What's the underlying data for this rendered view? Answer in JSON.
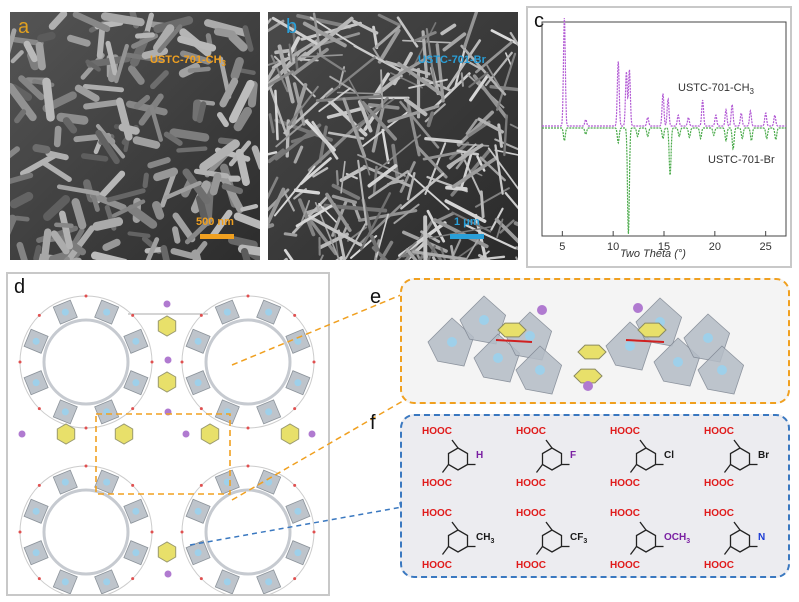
{
  "panels": {
    "a": {
      "letter": "a",
      "material": "USTC-701-CH",
      "material_sub": "3",
      "scale": "500 nm"
    },
    "b": {
      "letter": "b",
      "material": "USTC-701-Br",
      "scale": "1 μm"
    },
    "c": {
      "letter": "c"
    },
    "d": {
      "letter": "d"
    },
    "e": {
      "letter": "e"
    },
    "f": {
      "letter": "f"
    }
  },
  "chart_data": {
    "type": "line",
    "xlabel": "Two Theta (°)",
    "xlim": [
      3,
      27
    ],
    "xticks": [
      5,
      10,
      15,
      20,
      25
    ],
    "series": [
      {
        "name": "USTC-701-CH3",
        "name_main": "USTC-701-CH",
        "name_sub": "3",
        "color": "#b25ad4",
        "baseline": 0.5,
        "direction": 1,
        "peaks": [
          [
            5.2,
            1.0
          ],
          [
            7.3,
            0.06
          ],
          [
            10.5,
            0.6
          ],
          [
            11.3,
            0.5
          ],
          [
            11.6,
            0.52
          ],
          [
            13.4,
            0.08
          ],
          [
            14.9,
            0.3
          ],
          [
            15.4,
            0.25
          ],
          [
            16.4,
            0.1
          ],
          [
            17.4,
            0.08
          ],
          [
            18.8,
            0.24
          ],
          [
            20.1,
            0.1
          ],
          [
            21.1,
            0.15
          ],
          [
            21.7,
            0.2
          ],
          [
            22.6,
            0.12
          ],
          [
            23.5,
            0.14
          ],
          [
            25.0,
            0.12
          ],
          [
            25.9,
            0.1
          ]
        ]
      },
      {
        "name": "USTC-701-Br",
        "color": "#4aaa4a",
        "baseline": 0.5,
        "direction": -1,
        "peaks": [
          [
            5.2,
            0.12
          ],
          [
            7.3,
            0.06
          ],
          [
            10.5,
            0.14
          ],
          [
            11.5,
            1.0
          ],
          [
            12.4,
            0.08
          ],
          [
            13.4,
            0.08
          ],
          [
            14.9,
            0.1
          ],
          [
            15.6,
            0.45
          ],
          [
            16.5,
            0.08
          ],
          [
            17.5,
            0.09
          ],
          [
            18.6,
            0.1
          ],
          [
            19.9,
            0.07
          ],
          [
            21.1,
            0.12
          ],
          [
            21.8,
            0.2
          ],
          [
            22.7,
            0.1
          ],
          [
            23.6,
            0.12
          ],
          [
            25.1,
            0.1
          ],
          [
            26.0,
            0.11
          ]
        ]
      }
    ]
  },
  "ligands": [
    {
      "sub": "H",
      "sub_color": "#7a1fa2"
    },
    {
      "sub": "F",
      "sub_color": "#7a1fa2"
    },
    {
      "sub": "Cl",
      "sub_color": "#1a1a1a"
    },
    {
      "sub": "Br",
      "sub_color": "#1a1a1a"
    },
    {
      "sub": "CH",
      "sub2": "3",
      "sub_color": "#1a1a1a"
    },
    {
      "sub": "CF",
      "sub2": "3",
      "sub_color": "#1a1a1a"
    },
    {
      "sub": "OCH",
      "sub2": "3",
      "sub_color": "#7a1fa2"
    },
    {
      "sub": "N",
      "sub_color": "#1a3ad4",
      "pyridine": true
    }
  ],
  "ligand_label": "HOOC",
  "colors": {
    "cooh": "#e01a1a",
    "benzene": "#e8e06a",
    "orange_dash": "#f0a020",
    "blue_dash": "#3a78c0"
  }
}
